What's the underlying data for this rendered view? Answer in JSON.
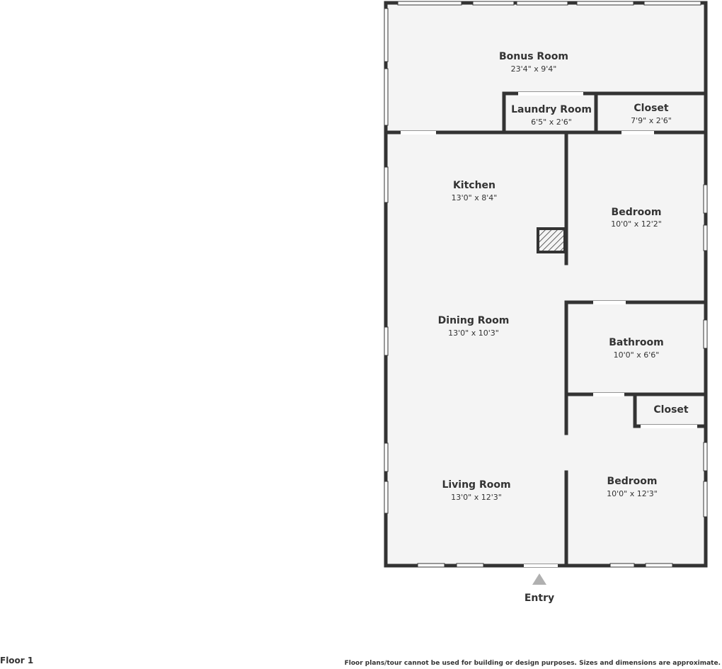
{
  "rooms": [
    {
      "key": "bonus",
      "name": "Bonus Room",
      "dims": "23'4\" x 9'4\""
    },
    {
      "key": "laundry",
      "name": "Laundry Room",
      "dims": "6'5\" x 2'6\""
    },
    {
      "key": "closet_top",
      "name": "Closet",
      "dims": "7'9\" x 2'6\""
    },
    {
      "key": "kitchen",
      "name": "Kitchen",
      "dims": "13'0\" x 8'4\""
    },
    {
      "key": "bedroom_1",
      "name": "Bedroom",
      "dims": "10'0\" x 12'2\""
    },
    {
      "key": "dining",
      "name": "Dining Room",
      "dims": "13'0\" x 10'3\""
    },
    {
      "key": "bathroom",
      "name": "Bathroom",
      "dims": "10'0\" x 6'6\""
    },
    {
      "key": "closet_bot",
      "name": "Closet",
      "dims": ""
    },
    {
      "key": "living",
      "name": "Living Room",
      "dims": "13'0\" x 12'3\""
    },
    {
      "key": "bedroom_2",
      "name": "Bedroom",
      "dims": "10'0\" x 12'3\""
    }
  ],
  "entry_label": "Entry",
  "floor_label": "Floor 1",
  "disclaimer": "Floor plans/tour cannot be used for building or design purposes. Sizes and dimensions are approximate.",
  "colors": {
    "wall": "#333333",
    "floor": "#f4f4f4",
    "window": "#ffffff",
    "arrow": "#b0b0b0"
  }
}
